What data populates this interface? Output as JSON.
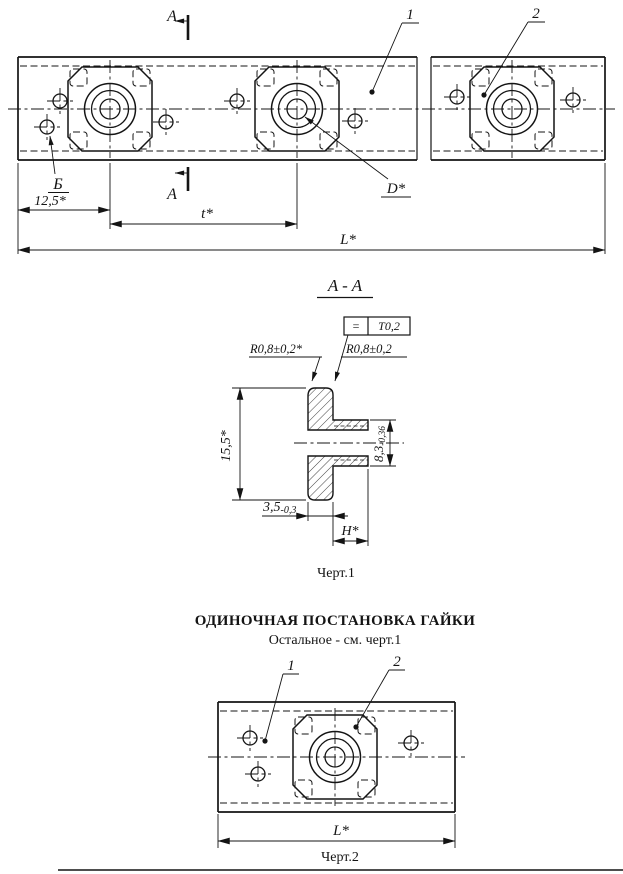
{
  "page": {
    "ink_color": "#141414",
    "paper_color": "#ffffff"
  },
  "figure1": {
    "section_mark_top": "A",
    "section_mark_bottom": "A",
    "callout_part1": "1",
    "callout_part2": "2",
    "callout_hole": "Б",
    "dim_edge_offset": "12,5*",
    "dim_pitch": "t*",
    "dim_length": "L*",
    "callout_diameter": "D*"
  },
  "section_view": {
    "title": "A - A",
    "tolerance_symbol": "=",
    "tolerance_value": "T0,2",
    "radius_label_left": "R0,8±0,2*",
    "radius_label_right": "R0,8±0,2",
    "dim_flange_height": "15,5*",
    "dim_boss_dia_main": "8,3",
    "dim_boss_dia_tol": "-0,36",
    "dim_flange_thickness_main": "3,5",
    "dim_flange_thickness_tol": "-0,3",
    "dim_nut_height": "H*",
    "caption": "Черт.1"
  },
  "figure2": {
    "title": "ОДИНОЧНАЯ ПОСТАНОВКА ГАЙКИ",
    "subtitle": "Остальное - см. черт.1",
    "callout_part1": "1",
    "callout_part2": "2",
    "dim_length": "L*",
    "caption": "Черт.2"
  }
}
